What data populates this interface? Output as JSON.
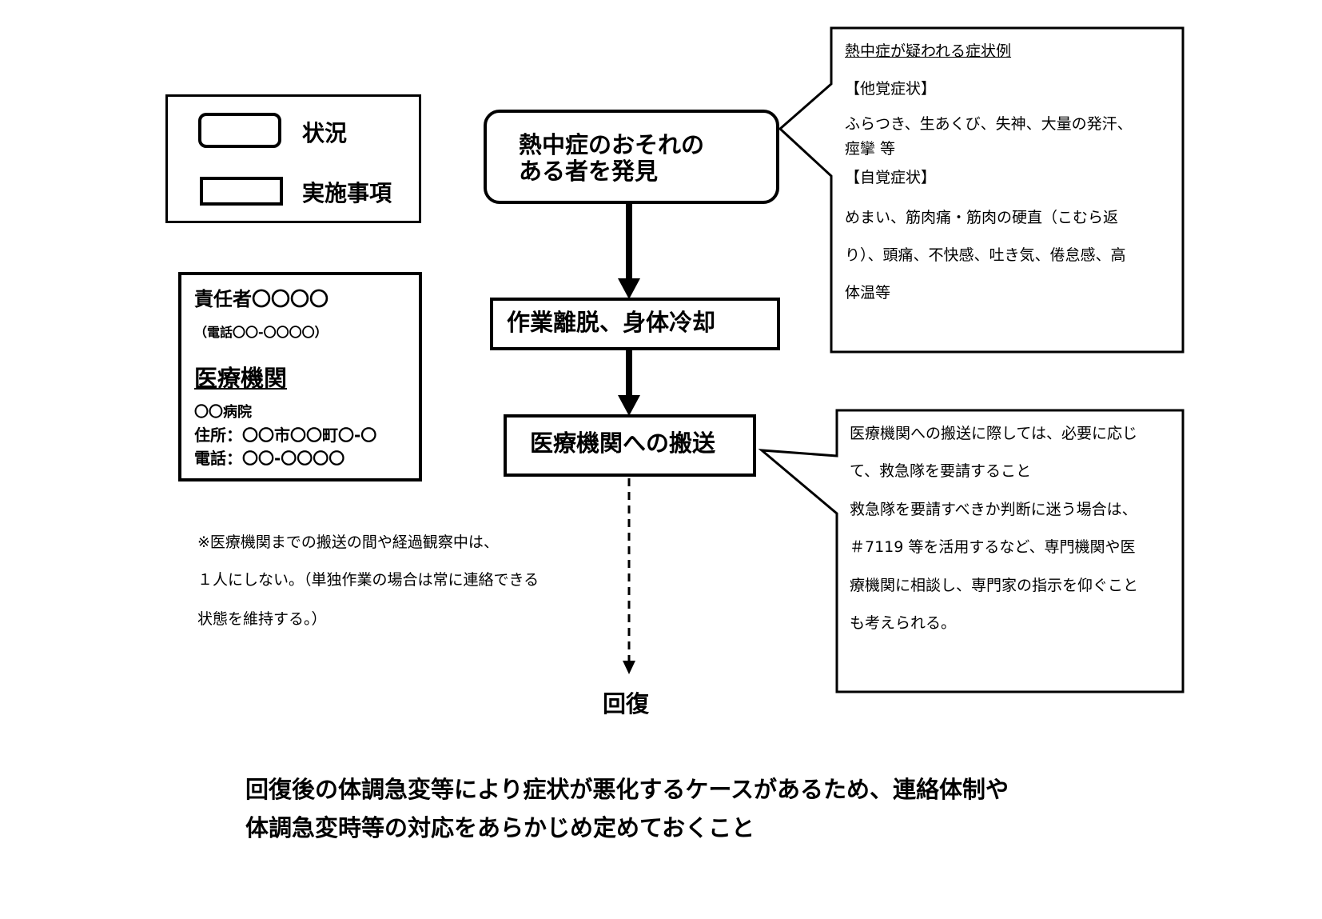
{
  "legend": {
    "situation_label": "状況",
    "action_label": "実施事項"
  },
  "contact": {
    "responsible_person": "責任者〇〇〇〇",
    "responsible_phone": "（電話〇〇-〇〇〇〇）",
    "medical_heading": "医療機関",
    "hospital_name": "〇〇病院",
    "address": "住所：〇〇市〇〇町〇-〇",
    "phone": "電話：〇〇-〇〇〇〇"
  },
  "flow": {
    "step1_line1": "熱中症のおそれの",
    "step1_line2": "ある者を発見",
    "step2": "作業離脱、身体冷却",
    "step3": "医療機関への搬送",
    "result": "回復"
  },
  "symptoms_callout": {
    "title": "熱中症が疑われる症状例",
    "objective_heading": "【他覚症状】",
    "objective_line1": "ふらつき、生あくび、失神、大量の発汗、",
    "objective_line2": "痙攣 等",
    "subjective_heading": "【自覚症状】",
    "subjective_line1": "めまい、筋肉痛・筋肉の硬直（こむら返",
    "subjective_line2": "り）、頭痛、不快感、吐き気、倦怠感、高",
    "subjective_line3": "体温等"
  },
  "transport_callout": {
    "lines": [
      "医療機関への搬送に際しては、必要に応じ",
      "て、救急隊を要請すること",
      "救急隊を要請すべきか判断に迷う場合は、",
      "＃7119 等を活用するなど、専門機関や医",
      "療機関に相談し、専門家の指示を仰ぐこと",
      "も考えられる。"
    ]
  },
  "monitoring_note": {
    "lines": [
      "※医療機関までの搬送の間や経過観察中は、",
      "１人にしない。（単独作業の場合は常に連絡できる",
      "状態を維持する。）"
    ]
  },
  "bottom_note": {
    "line1": "回復後の体調急変等により症状が悪化するケースがあるため、連絡体制や",
    "line2": "体調急変時等の対応をあらかじめ定めておくこと"
  }
}
